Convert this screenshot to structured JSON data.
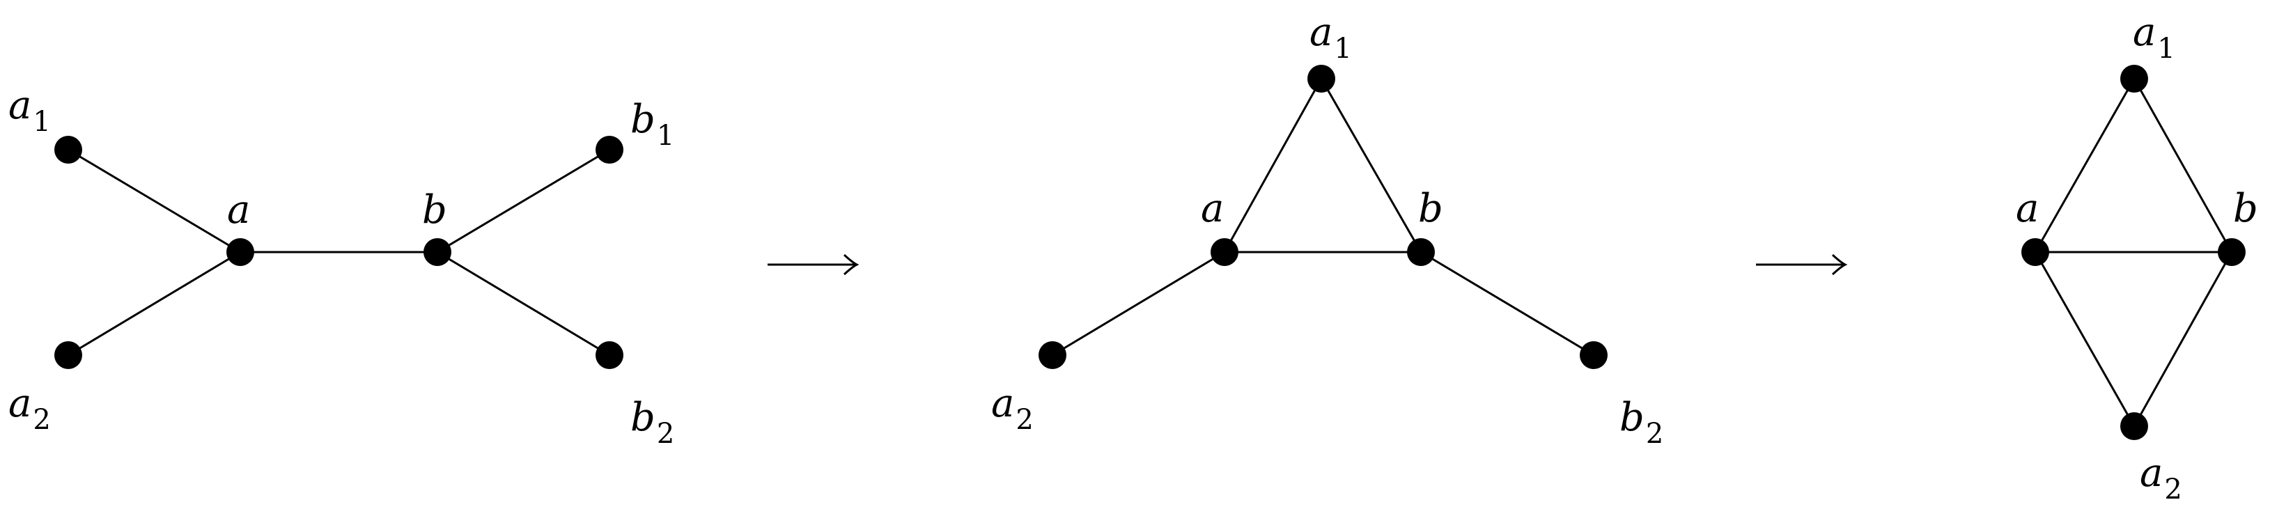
{
  "colors": {
    "ink": "#000000",
    "background": "#ffffff"
  },
  "graphs": [
    {
      "nodes": [
        {
          "id": "a1",
          "label": "a",
          "sub": "1"
        },
        {
          "id": "a2",
          "label": "a",
          "sub": "2"
        },
        {
          "id": "a",
          "label": "a",
          "sub": ""
        },
        {
          "id": "b",
          "label": "b",
          "sub": ""
        },
        {
          "id": "b1",
          "label": "b",
          "sub": "1"
        },
        {
          "id": "b2",
          "label": "b",
          "sub": "2"
        }
      ],
      "edges": [
        [
          "a1",
          "a"
        ],
        [
          "a2",
          "a"
        ],
        [
          "a",
          "b"
        ],
        [
          "b",
          "b1"
        ],
        [
          "b",
          "b2"
        ]
      ]
    },
    {
      "nodes": [
        {
          "id": "a1",
          "label": "a",
          "sub": "1"
        },
        {
          "id": "a",
          "label": "a",
          "sub": ""
        },
        {
          "id": "b",
          "label": "b",
          "sub": ""
        },
        {
          "id": "a2",
          "label": "a",
          "sub": "2"
        },
        {
          "id": "b2",
          "label": "b",
          "sub": "2"
        }
      ],
      "edges": [
        [
          "a1",
          "a"
        ],
        [
          "a1",
          "b"
        ],
        [
          "a",
          "b"
        ],
        [
          "a",
          "a2"
        ],
        [
          "b",
          "b2"
        ]
      ]
    },
    {
      "nodes": [
        {
          "id": "a1",
          "label": "a",
          "sub": "1"
        },
        {
          "id": "a",
          "label": "a",
          "sub": ""
        },
        {
          "id": "b",
          "label": "b",
          "sub": ""
        },
        {
          "id": "a2",
          "label": "a",
          "sub": "2"
        }
      ],
      "edges": [
        [
          "a1",
          "a"
        ],
        [
          "a1",
          "b"
        ],
        [
          "a",
          "b"
        ],
        [
          "a",
          "a2"
        ],
        [
          "b",
          "a2"
        ]
      ]
    }
  ],
  "arrows": [
    {
      "symbol": "→"
    },
    {
      "symbol": "→"
    }
  ]
}
